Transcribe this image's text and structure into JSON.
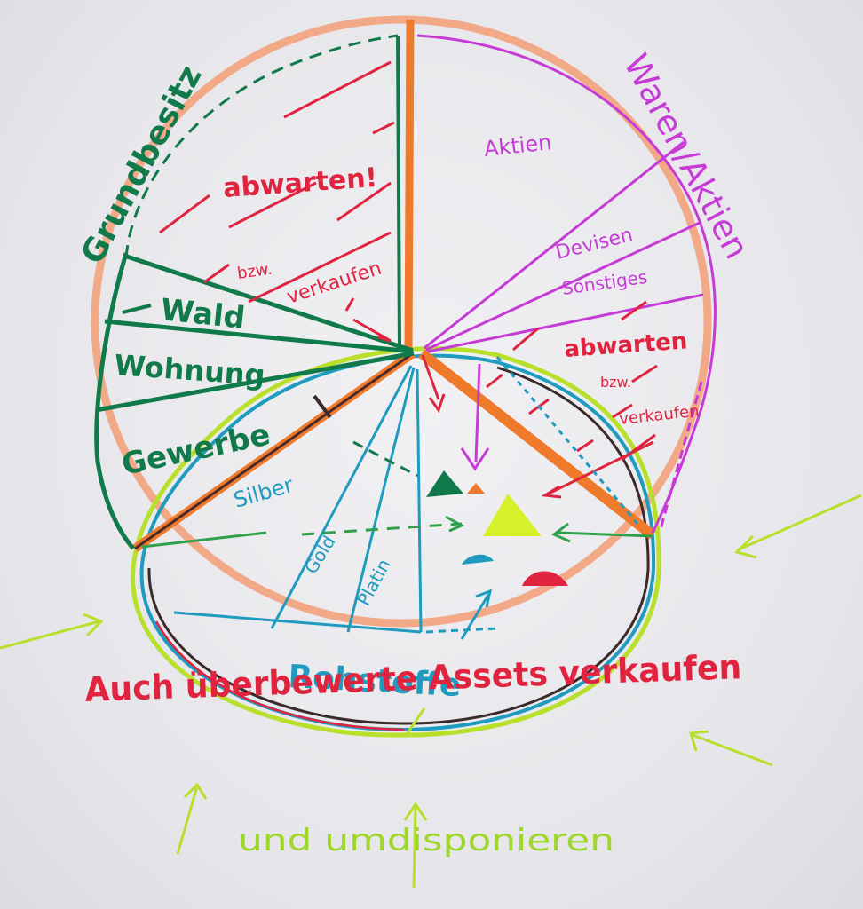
{
  "diagram": {
    "grundbesitz": {
      "heading": "Grundbesitz",
      "items": [
        "Wald",
        "Wohnung",
        "Gewerbe"
      ],
      "note_main": "abwarten!",
      "note_or": "bzw.",
      "note_sell": "verkaufen"
    },
    "waren_aktien": {
      "heading": "Waren/Aktien",
      "items": [
        "Aktien",
        "Devisen",
        "Sonstiges"
      ],
      "note_main": "abwarten",
      "note_or": "bzw.",
      "note_sell": "verkaufen"
    },
    "rohstoffe": {
      "heading": "Rohstoffe",
      "items": [
        "Silber",
        "Gold",
        "Platin"
      ]
    },
    "footer": {
      "line1": "Auch überbewerte Assets verkaufen",
      "line2": "und umdisponieren"
    }
  },
  "colors": {
    "paper": "#e9e9ec",
    "orange": "#f07a2c",
    "orange_light": "#f3a27c",
    "green": "#117a4a",
    "red": "#e0243f",
    "magenta": "#c63ad6",
    "cyan": "#1f9bbf",
    "lime": "#b8e02a",
    "dark": "#3a2a2a"
  }
}
